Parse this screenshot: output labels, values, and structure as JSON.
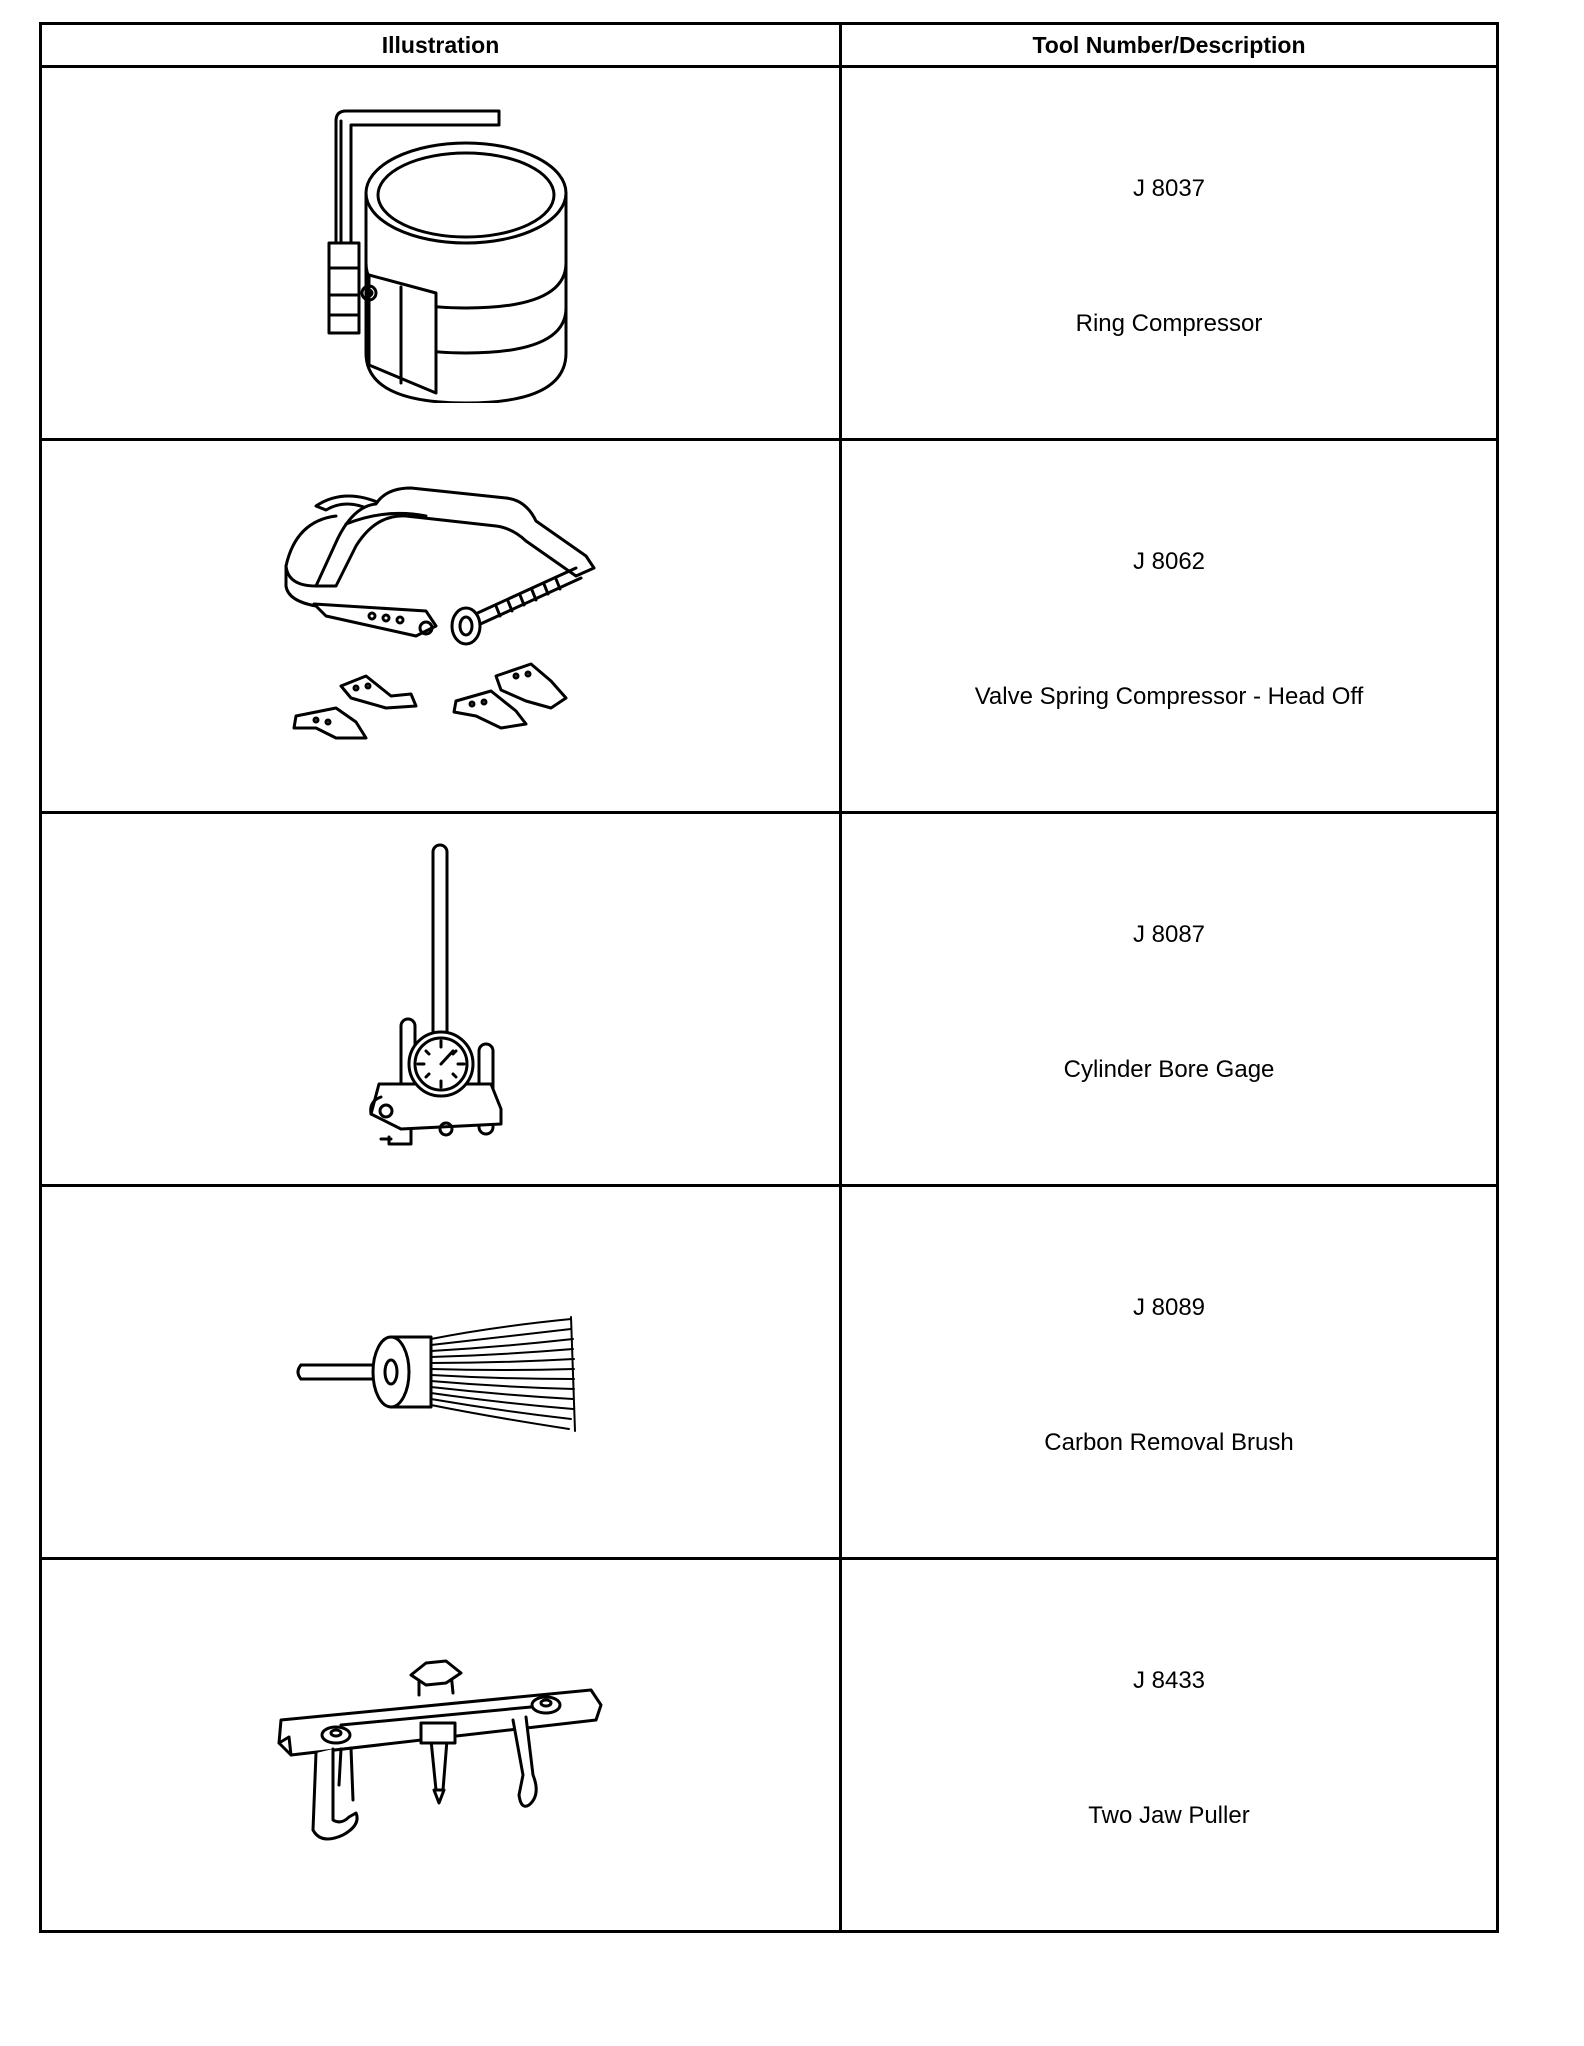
{
  "table": {
    "headers": {
      "illustration": "Illustration",
      "description": "Tool Number/Description"
    },
    "rows": [
      {
        "number": "J 8037",
        "description": "Ring Compressor",
        "icon": "ring-compressor-icon"
      },
      {
        "number": "J 8062",
        "description": "Valve Spring Compressor - Head Off",
        "icon": "valve-spring-compressor-icon"
      },
      {
        "number": "J 8087",
        "description": "Cylinder Bore Gage",
        "icon": "cylinder-bore-gage-icon"
      },
      {
        "number": "J 8089",
        "description": "Carbon Removal Brush",
        "icon": "carbon-removal-brush-icon"
      },
      {
        "number": "J 8433",
        "description": "Two Jaw Puller",
        "icon": "two-jaw-puller-icon"
      }
    ]
  },
  "colors": {
    "line": "#000000",
    "background": "#ffffff"
  }
}
